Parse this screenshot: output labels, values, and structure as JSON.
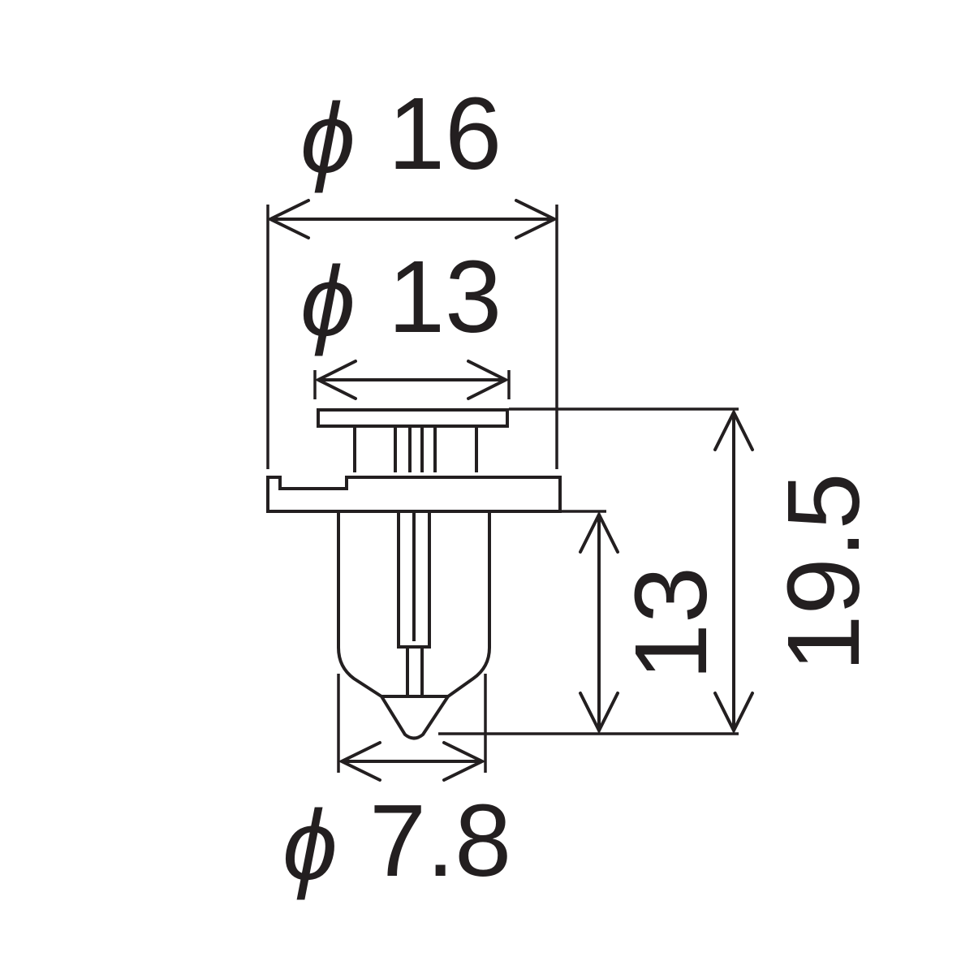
{
  "dimensions": {
    "phi_symbol": "ϕ",
    "flange_diameter": "16",
    "cap_diameter": "13",
    "shank_diameter": "7.8",
    "shank_length": "13",
    "total_length": "19.5"
  },
  "colors": {
    "ink": "#231f20",
    "background": "#ffffff"
  }
}
